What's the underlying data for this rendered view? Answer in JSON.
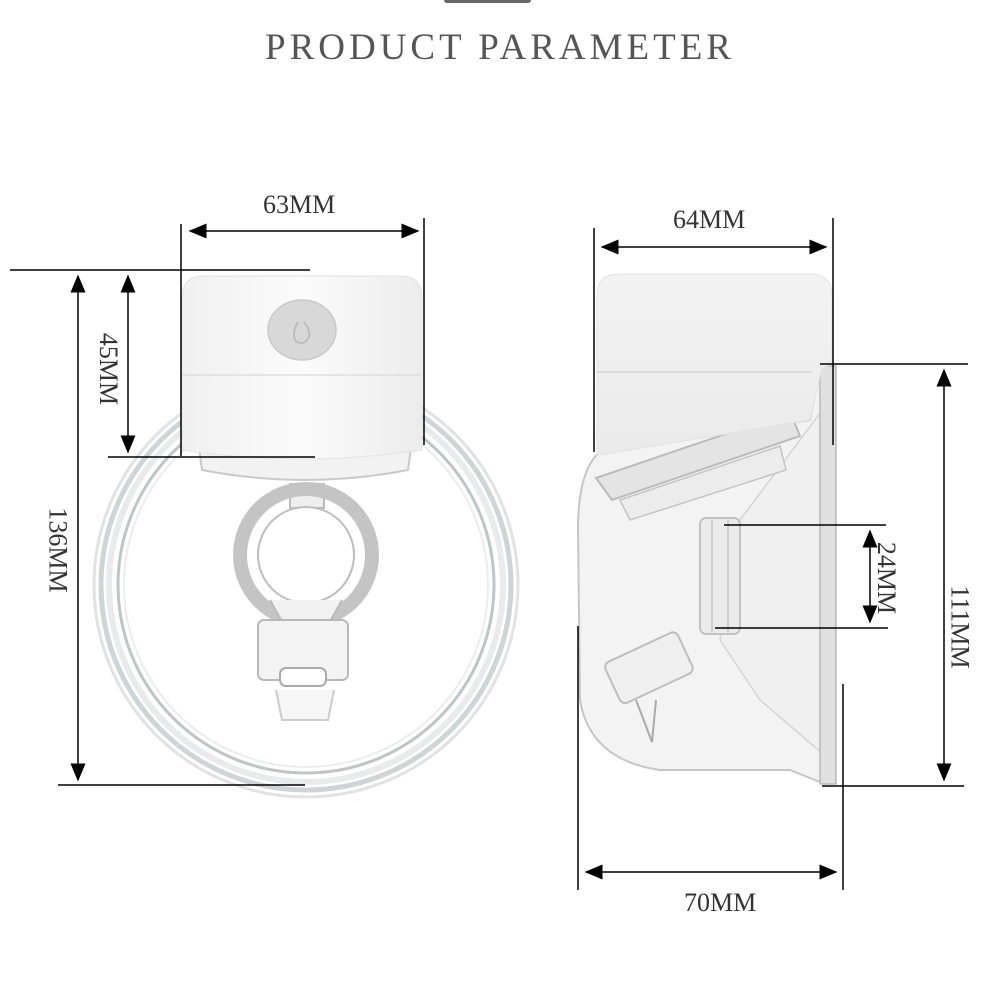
{
  "header": {
    "title": "PRODUCT PARAMETER"
  },
  "front_view": {
    "dimensions": {
      "width": "63MM",
      "motor_height": "45MM",
      "total_height": "136MM"
    },
    "button_icon": "droplet-icon"
  },
  "side_view": {
    "dimensions": {
      "motor_width": "64MM",
      "flange_height": "111MM",
      "nipple_tunnel": "24MM",
      "total_depth": "70MM"
    }
  },
  "colors": {
    "title": "#555555",
    "dimension_line": "#000000",
    "dimension_text": "#333333",
    "motor_body": "#f4f4f4",
    "button": "#d9d9d9",
    "clear_plastic": "#e6e6e6"
  }
}
